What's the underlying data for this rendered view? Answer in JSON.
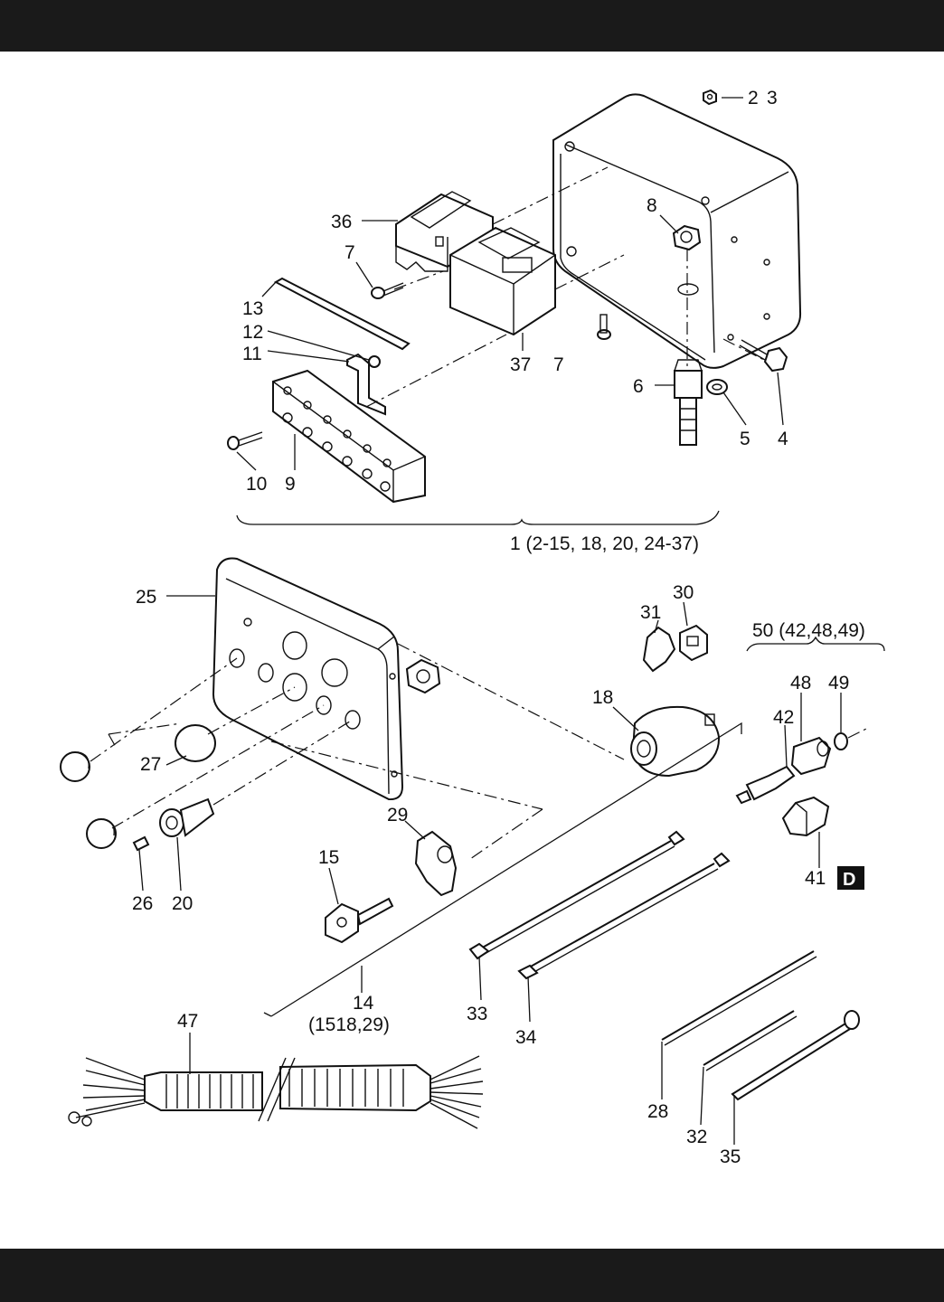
{
  "callouts": {
    "p2": "2",
    "p3": "3",
    "p36": "36",
    "p8": "8",
    "p7a": "7",
    "p13": "13",
    "p12": "12",
    "p11": "11",
    "p37": "37",
    "p7b": "7",
    "p6": "6",
    "p5": "5",
    "p4": "4",
    "p10": "10",
    "p9": "9",
    "p25": "25",
    "p31": "31",
    "p30": "30",
    "p18": "18",
    "p48": "48",
    "p49": "49",
    "p42": "42",
    "p27": "27",
    "p29": "29",
    "p15": "15",
    "p41": "41",
    "p26": "26",
    "p20": "20",
    "p33": "33",
    "p34": "34",
    "p47": "47",
    "p28": "28",
    "p32": "32",
    "p35": "35",
    "p14": "14"
  },
  "groups": {
    "assembly_1": "1 (2-15, 18, 20, 24-37)",
    "assembly_50": "50 (42,48,49)",
    "assembly_14": "(1518,29)"
  },
  "badge": {
    "label": "D"
  },
  "colors": {
    "bars": "#1a1a1a",
    "ink": "#111111",
    "paper": "#ffffff"
  }
}
